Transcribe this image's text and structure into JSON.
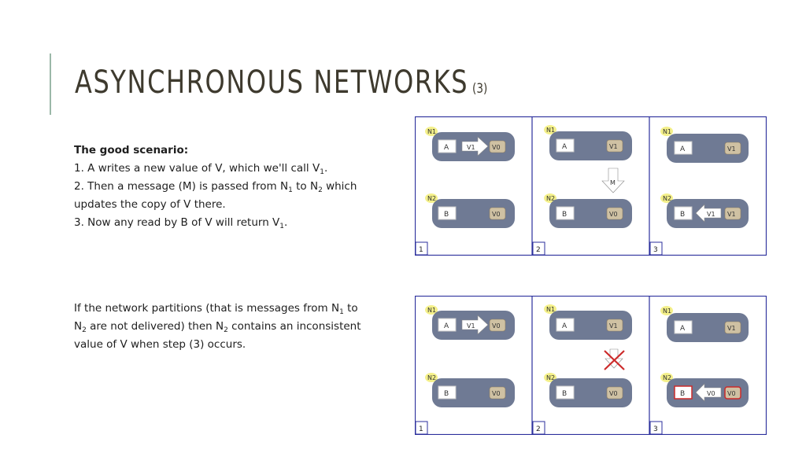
{
  "title": {
    "main": "ASYNCHRONOUS NETWORKS",
    "suffix": "(3)"
  },
  "good_scenario": {
    "heading": "The good scenario:",
    "step1_pre": "1. A writes a new value of V, which we'll call V",
    "step1_sub": "1",
    "step1_post": ".",
    "step2_a": "2. Then a message (M) is passed from N",
    "step2_sub1": "1",
    "step2_b": " to N",
    "step2_sub2": "2",
    "step2_c": " which updates the copy of V there.",
    "step3_pre": "3. Now any read by B of V will return V",
    "step3_sub": "1",
    "step3_post": "."
  },
  "partition_note": {
    "a": "If the network partitions (that is messages from N",
    "sub1": "1",
    "b": " to N",
    "sub2": "2",
    "c": " are not delivered) then N",
    "sub3": "2",
    "d": " contains an inconsistent value of V when step (3) occurs."
  },
  "diagram_labels": {
    "node1": "N1",
    "node2": "N2",
    "proc_a": "A",
    "proc_b": "B",
    "msg": "M",
    "v0": "V0",
    "v1": "V1",
    "panel1": "1",
    "panel2": "2",
    "panel3": "3"
  },
  "colors": {
    "frame": "#2b2f9c",
    "node_fill": "#6f7a94",
    "badge": "#f4f08a",
    "db": "#cfc1a3",
    "cross": "#cc2a2a"
  }
}
